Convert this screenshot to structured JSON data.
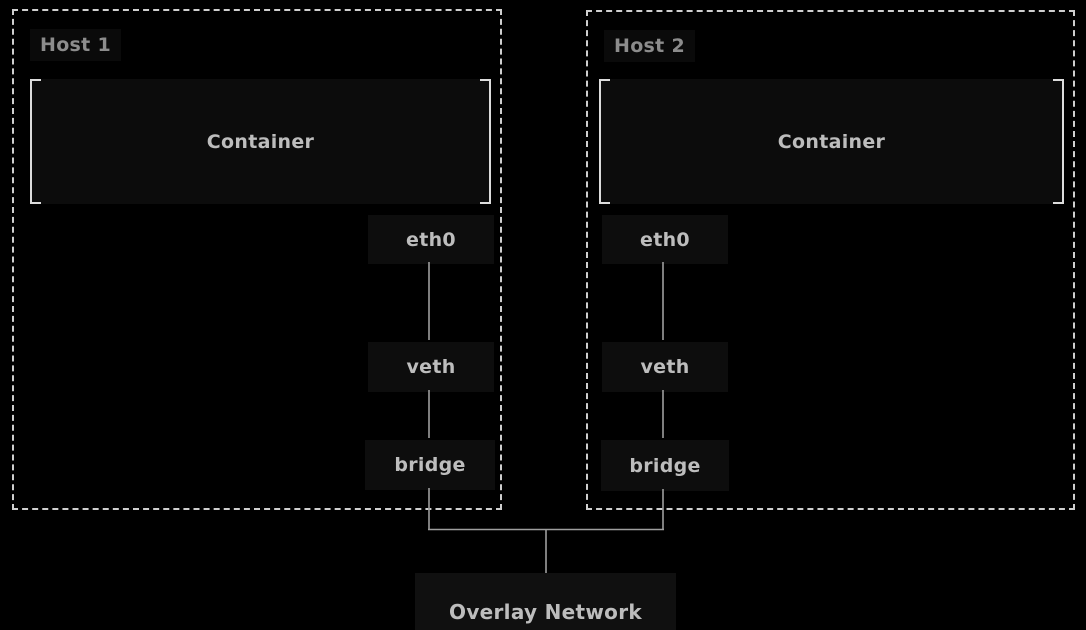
{
  "diagram": {
    "type": "network-topology",
    "hosts": [
      {
        "label": "Host 1",
        "container": {
          "label": "Container"
        },
        "nodes": [
          {
            "label": "eth0"
          },
          {
            "label": "veth"
          },
          {
            "label": "bridge"
          }
        ]
      },
      {
        "label": "Host 2",
        "container": {
          "label": "Container"
        },
        "nodes": [
          {
            "label": "eth0"
          },
          {
            "label": "veth"
          },
          {
            "label": "bridge"
          }
        ]
      }
    ],
    "overlay_network": {
      "label": "Overlay Network"
    },
    "edges": [
      "Host 1: eth0 - veth",
      "Host 1: veth - bridge",
      "Host 2: eth0 - veth",
      "Host 2: veth - bridge",
      "Host 1 bridge - Overlay Network",
      "Host 2 bridge - Overlay Network"
    ],
    "colors": {
      "background": "#000000",
      "host_border": "#cfcfcf",
      "host_label_text": "#8c8c8c",
      "container_fill": "#0c0c0c",
      "container_bracket": "#dcdcdc",
      "node_fill": "#0d0d0d",
      "node_text": "#bdbdbd",
      "overlay_fill": "#101010",
      "connector_line": "#9e9e9e"
    }
  }
}
